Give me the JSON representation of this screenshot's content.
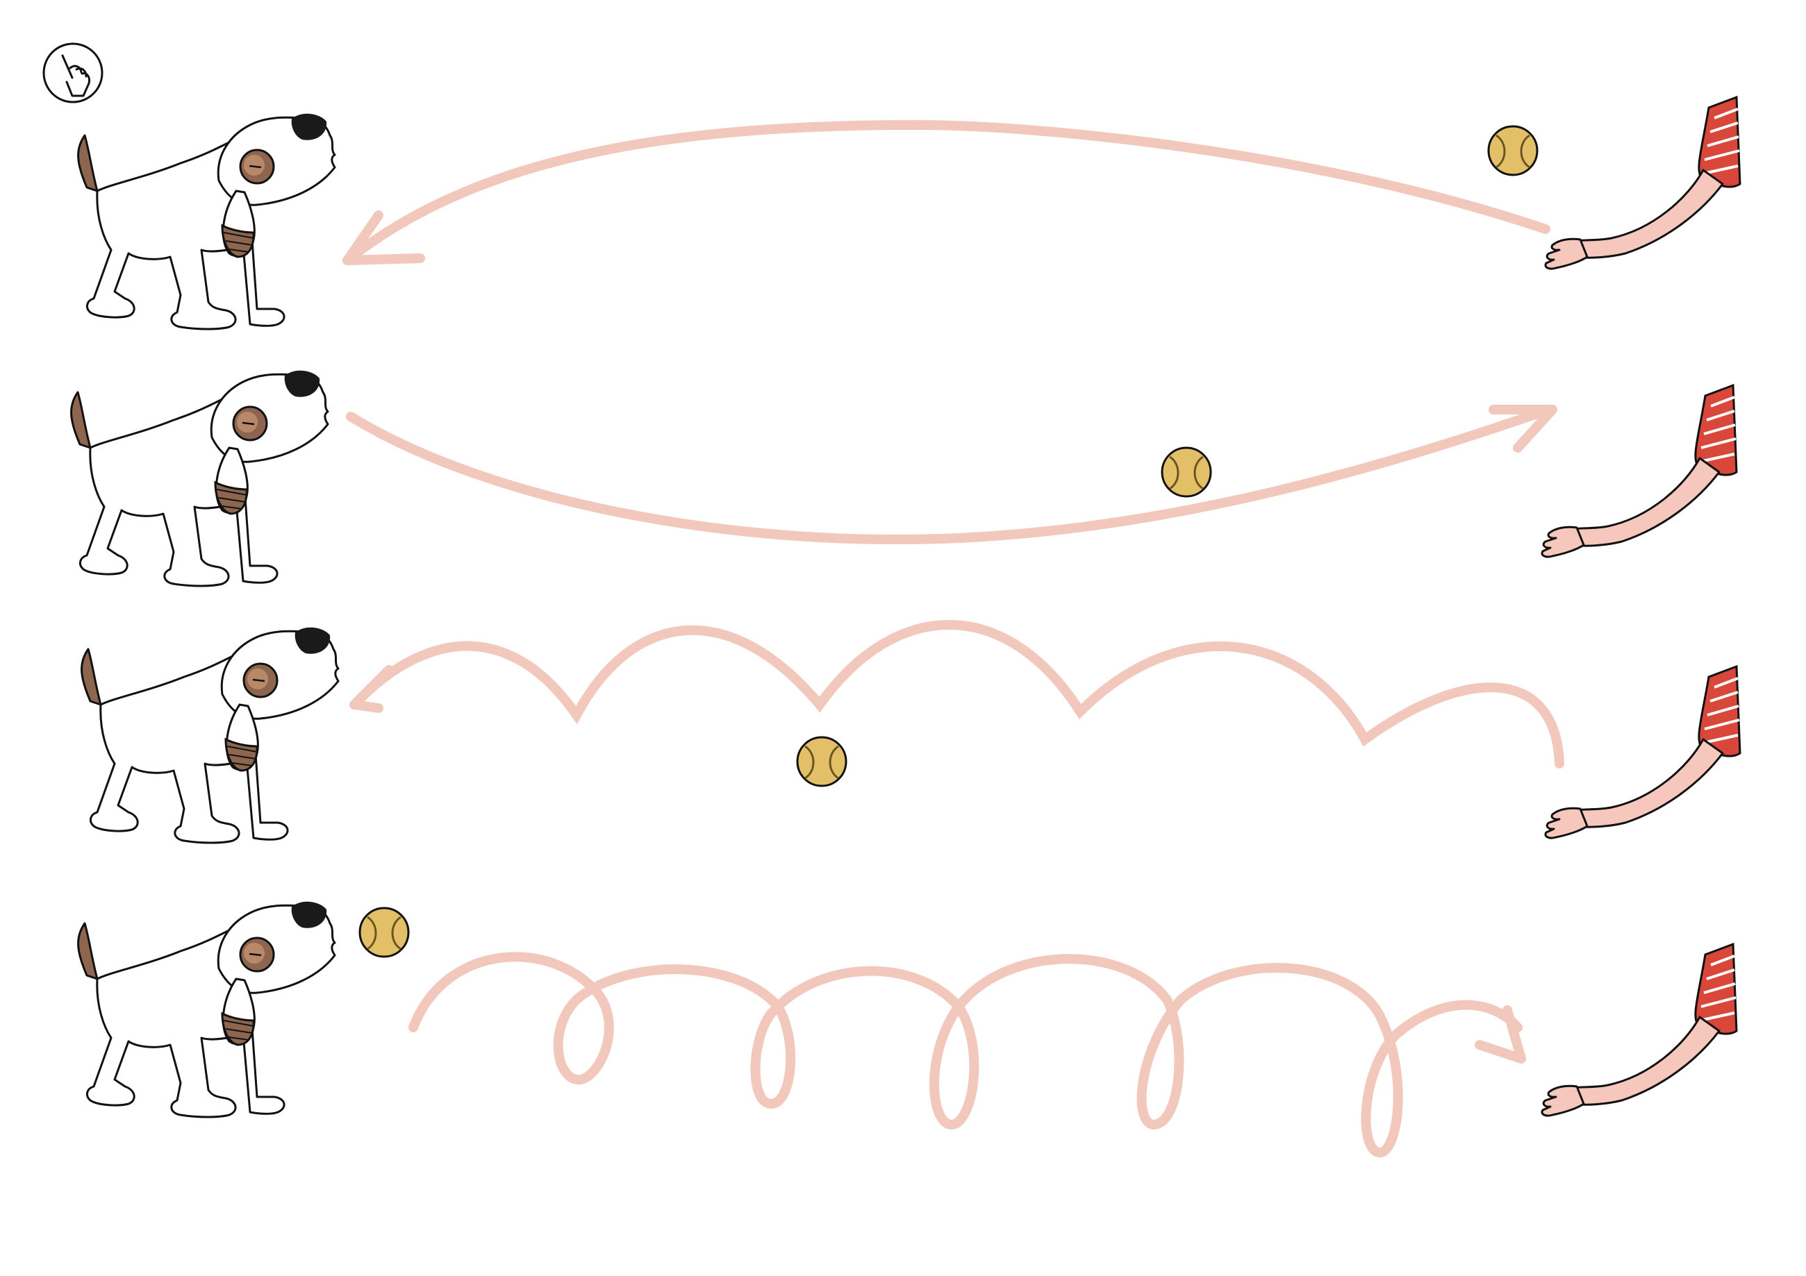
{
  "worksheet": {
    "pointer_badge": {
      "icon": "pointing-hand-icon"
    },
    "colors": {
      "trace_path": "#f2c8bc",
      "ball_fill": "#e3c068",
      "ball_seam": "#6b5420",
      "sleeve": "#d9473a",
      "skin": "#f6c7bd",
      "dog_ear": "#8e6650",
      "dog_spot": "#1a1a1a",
      "outline": "#111111"
    },
    "rows": [
      {
        "path_style": "arch-arrow-to-dog",
        "ball_holder": "hand"
      },
      {
        "path_style": "sag-arrow-to-hand",
        "ball_holder": "mid-path"
      },
      {
        "path_style": "bounces-arrow-to-dog",
        "ball_holder": "mid-path"
      },
      {
        "path_style": "loops-arrow-to-hand",
        "ball_holder": "dog"
      }
    ]
  }
}
